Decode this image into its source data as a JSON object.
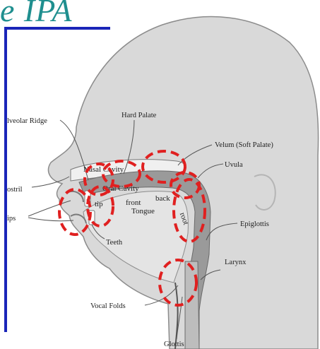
{
  "slide": {
    "title_fragment": "e IPA"
  },
  "diagram": {
    "labels": {
      "alveolar_ridge": "lveolar Ridge",
      "hard_palate": "Hard Palate",
      "velum": "Velum (Soft Palate)",
      "uvula": "Uvula",
      "nasal_cavity": "Nasal Cavity",
      "oral_cavity": "Oral Cavity",
      "nostril": "ostril",
      "lips": "ips",
      "front": "front",
      "back": "back",
      "tip": "tip",
      "root": "root",
      "tongue": "Tongue",
      "teeth": "Teeth",
      "epiglottis": "Epiglottis",
      "larynx": "Larynx",
      "vocal_folds": "Vocal Folds",
      "glottis": "Glottis"
    },
    "colors": {
      "head_fill": "#d9d9d9",
      "head_stroke": "#8c8c8c",
      "tract_fill": "#9a9a9a",
      "highlight": "#e02020",
      "frame": "#1a25b8",
      "title": "#1f8f8f"
    }
  }
}
